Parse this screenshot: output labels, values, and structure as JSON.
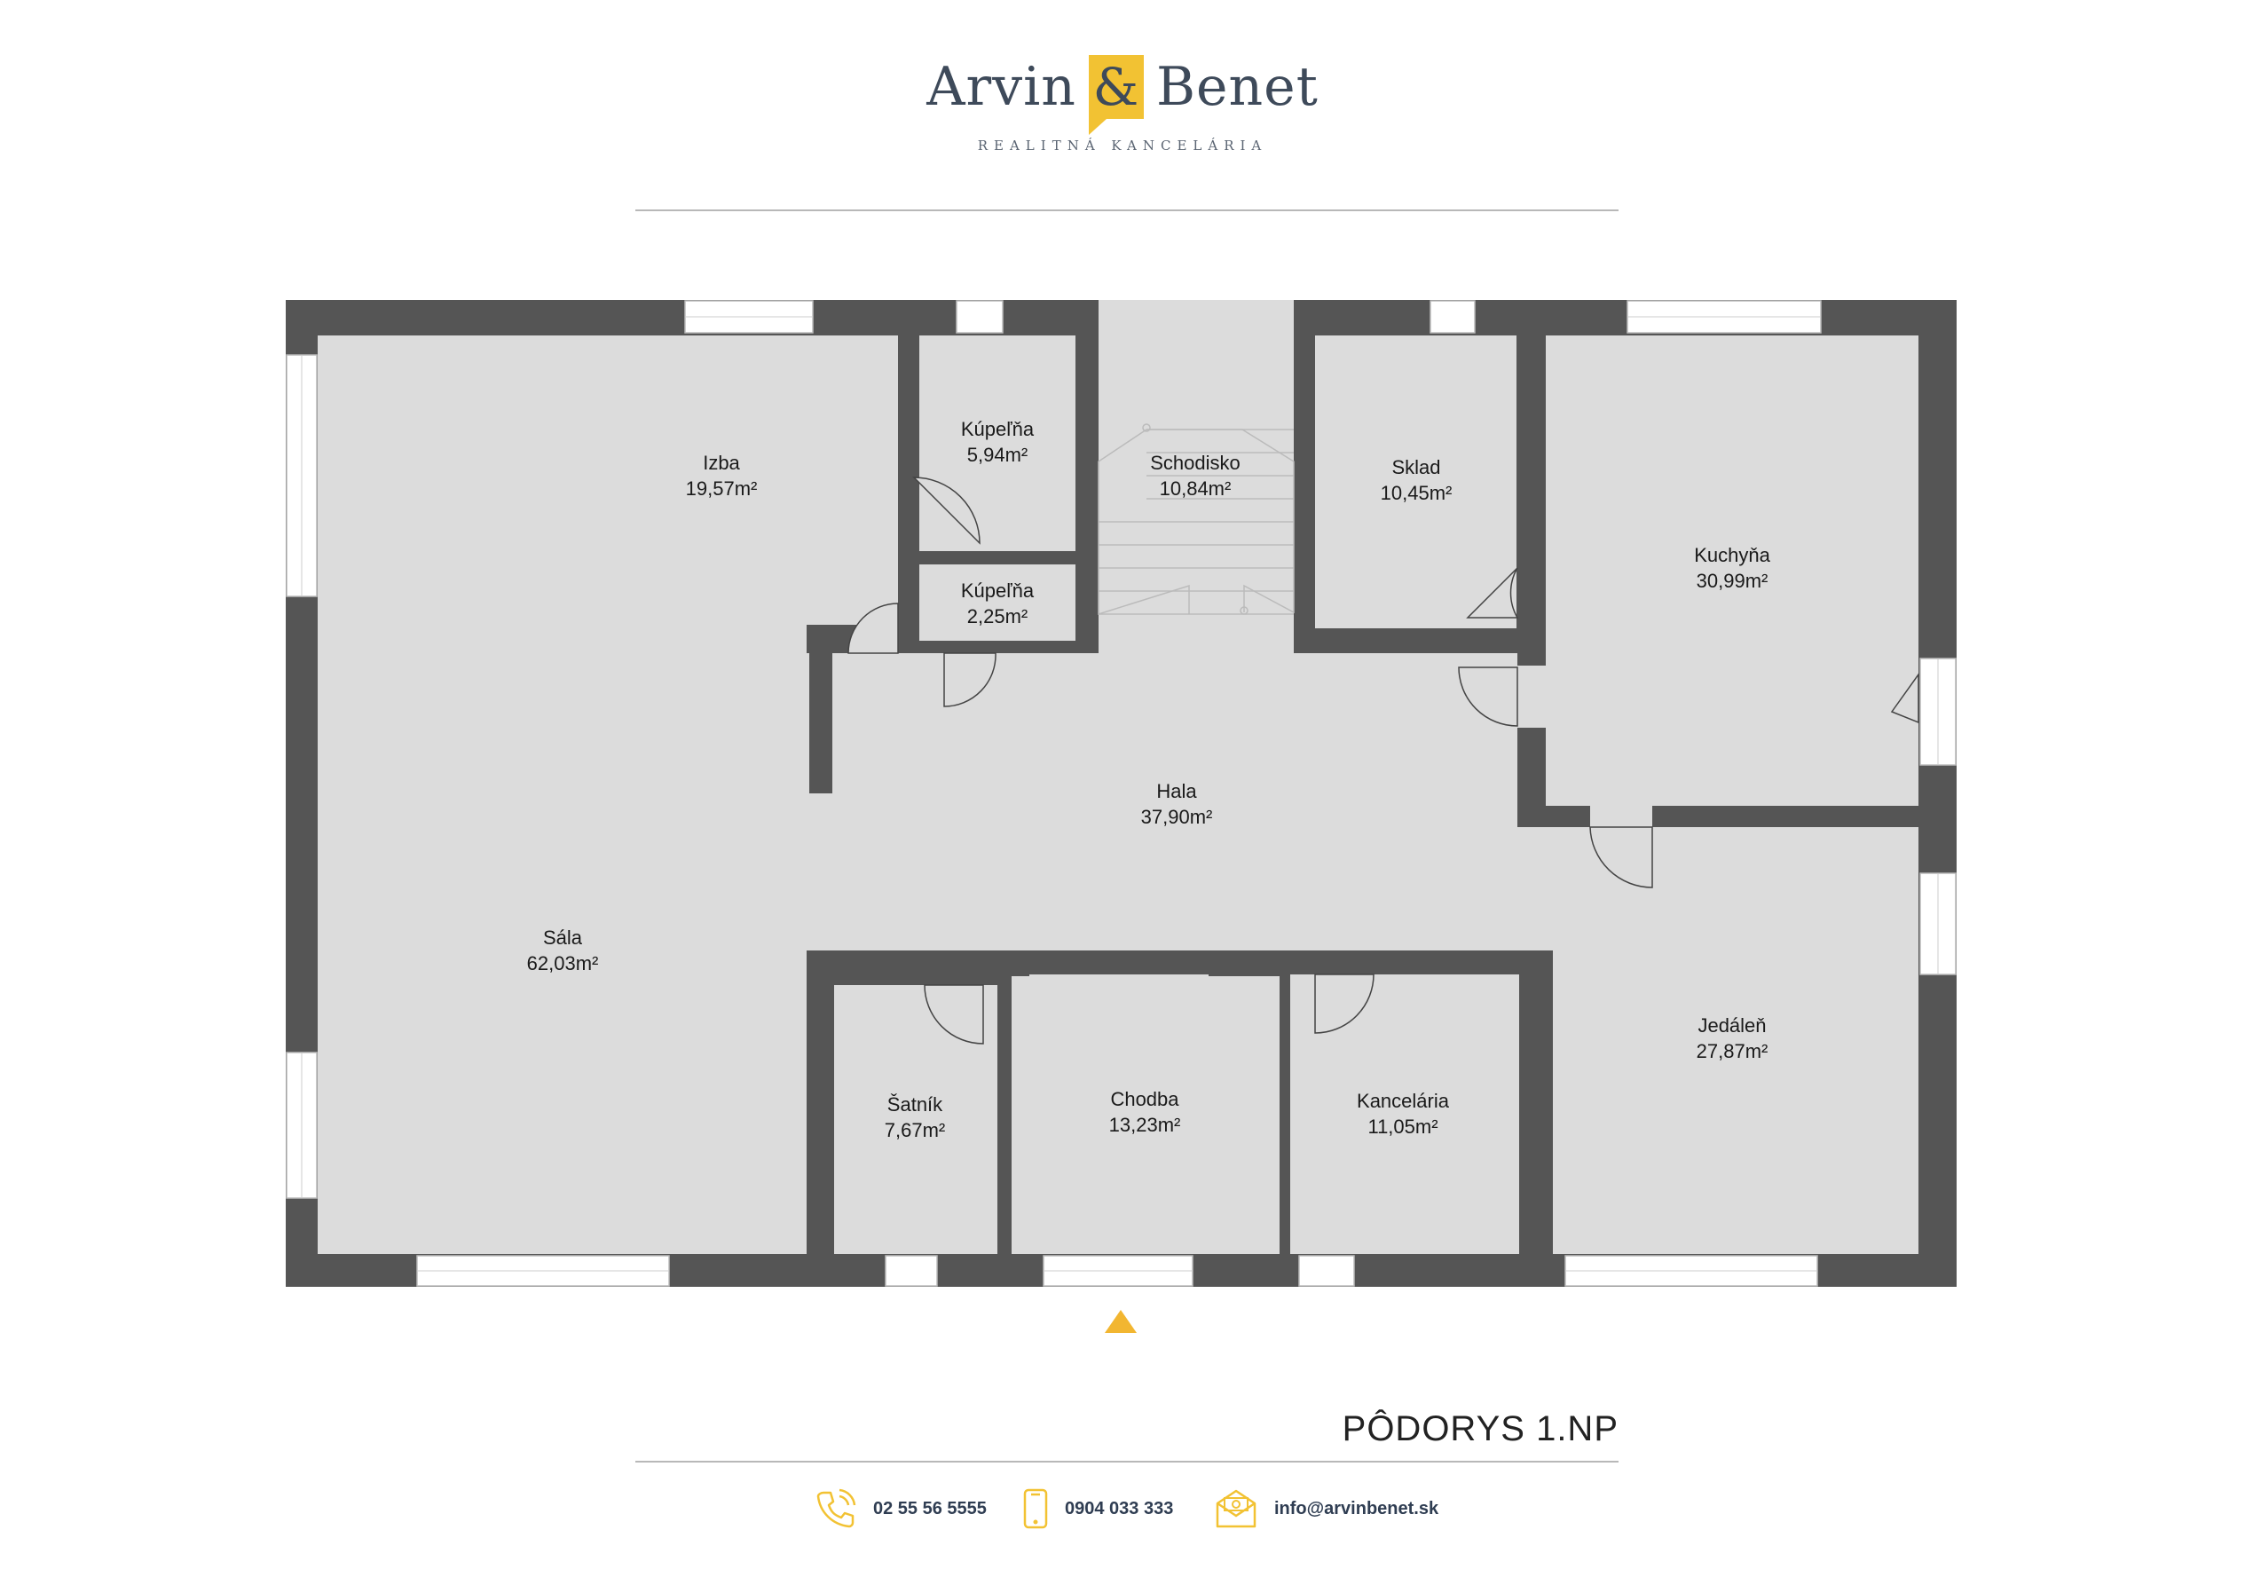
{
  "brand": {
    "name_left": "Arvin",
    "ampersand": "&",
    "name_right": "Benet",
    "tagline": "REALITNÁ KANCELÁRIA",
    "accent_color": "#f2c233",
    "text_color": "#3e4a5a"
  },
  "plan": {
    "title": "PÔDORYS 1.NP",
    "wall_color": "#555555",
    "floor_color": "#dcdcdc",
    "entrance_marker_color": "#f2b631",
    "rooms": [
      {
        "name": "Izba",
        "area": "19,57m²"
      },
      {
        "name": "Kúpeľňa",
        "area": "5,94m²"
      },
      {
        "name": "Kúpeľňa",
        "area": "2,25m²"
      },
      {
        "name": "Schodisko",
        "area": "10,84m²"
      },
      {
        "name": "Sklad",
        "area": "10,45m²"
      },
      {
        "name": "Kuchyňa",
        "area": "30,99m²"
      },
      {
        "name": "Hala",
        "area": "37,90m²"
      },
      {
        "name": "Sála",
        "area": "62,03m²"
      },
      {
        "name": "Šatník",
        "area": "7,67m²"
      },
      {
        "name": "Chodba",
        "area": "13,23m²"
      },
      {
        "name": "Kancelária",
        "area": "11,05m²"
      },
      {
        "name": "Jedáleň",
        "area": "27,87m²"
      }
    ]
  },
  "contacts": {
    "phone": "02 55 56 5555",
    "mobile": "0904 033 333",
    "email": "info@arvinbenet.sk",
    "icon_phone": "phone-icon",
    "icon_mobile": "mobile-icon",
    "icon_email": "email-icon"
  }
}
